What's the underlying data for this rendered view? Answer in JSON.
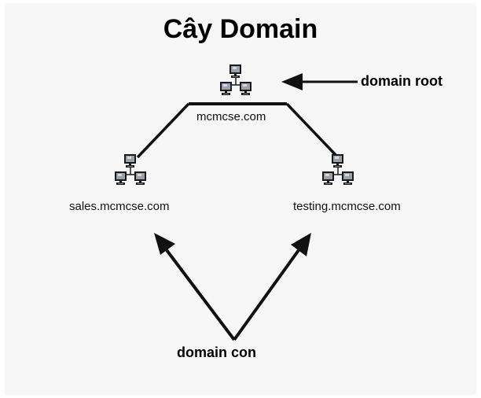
{
  "title": "Cây Domain",
  "nodes": {
    "root": {
      "label": "mcmcse.com"
    },
    "left": {
      "label": "sales.mcmcse.com"
    },
    "right": {
      "label": "testing.mcmcse.com"
    }
  },
  "callouts": {
    "root": "domain root",
    "children": "domain con"
  },
  "colors": {
    "line": "#111111",
    "background": "#f7f7f7",
    "monitor": "#9aa2ab"
  },
  "icons": {
    "node": "computer-network-icon"
  }
}
